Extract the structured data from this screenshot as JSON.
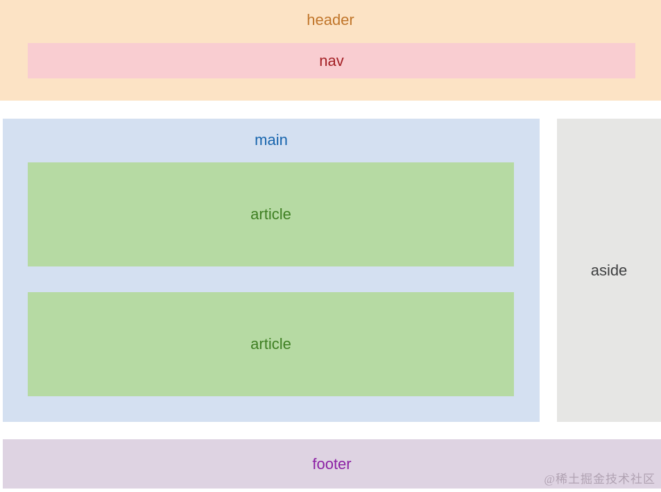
{
  "page": {
    "background": "#ffffff",
    "watermark": "@稀土掘金技术社区",
    "watermark_color": "#b0a2b2"
  },
  "sections": {
    "header": {
      "label": "header",
      "bg": "#fce3c5",
      "text_color": "#c0752a"
    },
    "nav": {
      "label": "nav",
      "bg": "#f9cdd1",
      "text_color": "#a32025"
    },
    "main": {
      "label": "main",
      "bg": "#d4e0f1",
      "text_color": "#1865ad"
    },
    "articles": [
      {
        "label": "article"
      },
      {
        "label": "article"
      }
    ],
    "article_style": {
      "bg": "#b6daa3",
      "text_color": "#3e7f22"
    },
    "aside": {
      "label": "aside",
      "bg": "#e6e6e4",
      "text_color": "#3e3f40"
    },
    "footer": {
      "label": "footer",
      "bg": "#ded3e2",
      "text_color": "#8c21a4"
    }
  }
}
